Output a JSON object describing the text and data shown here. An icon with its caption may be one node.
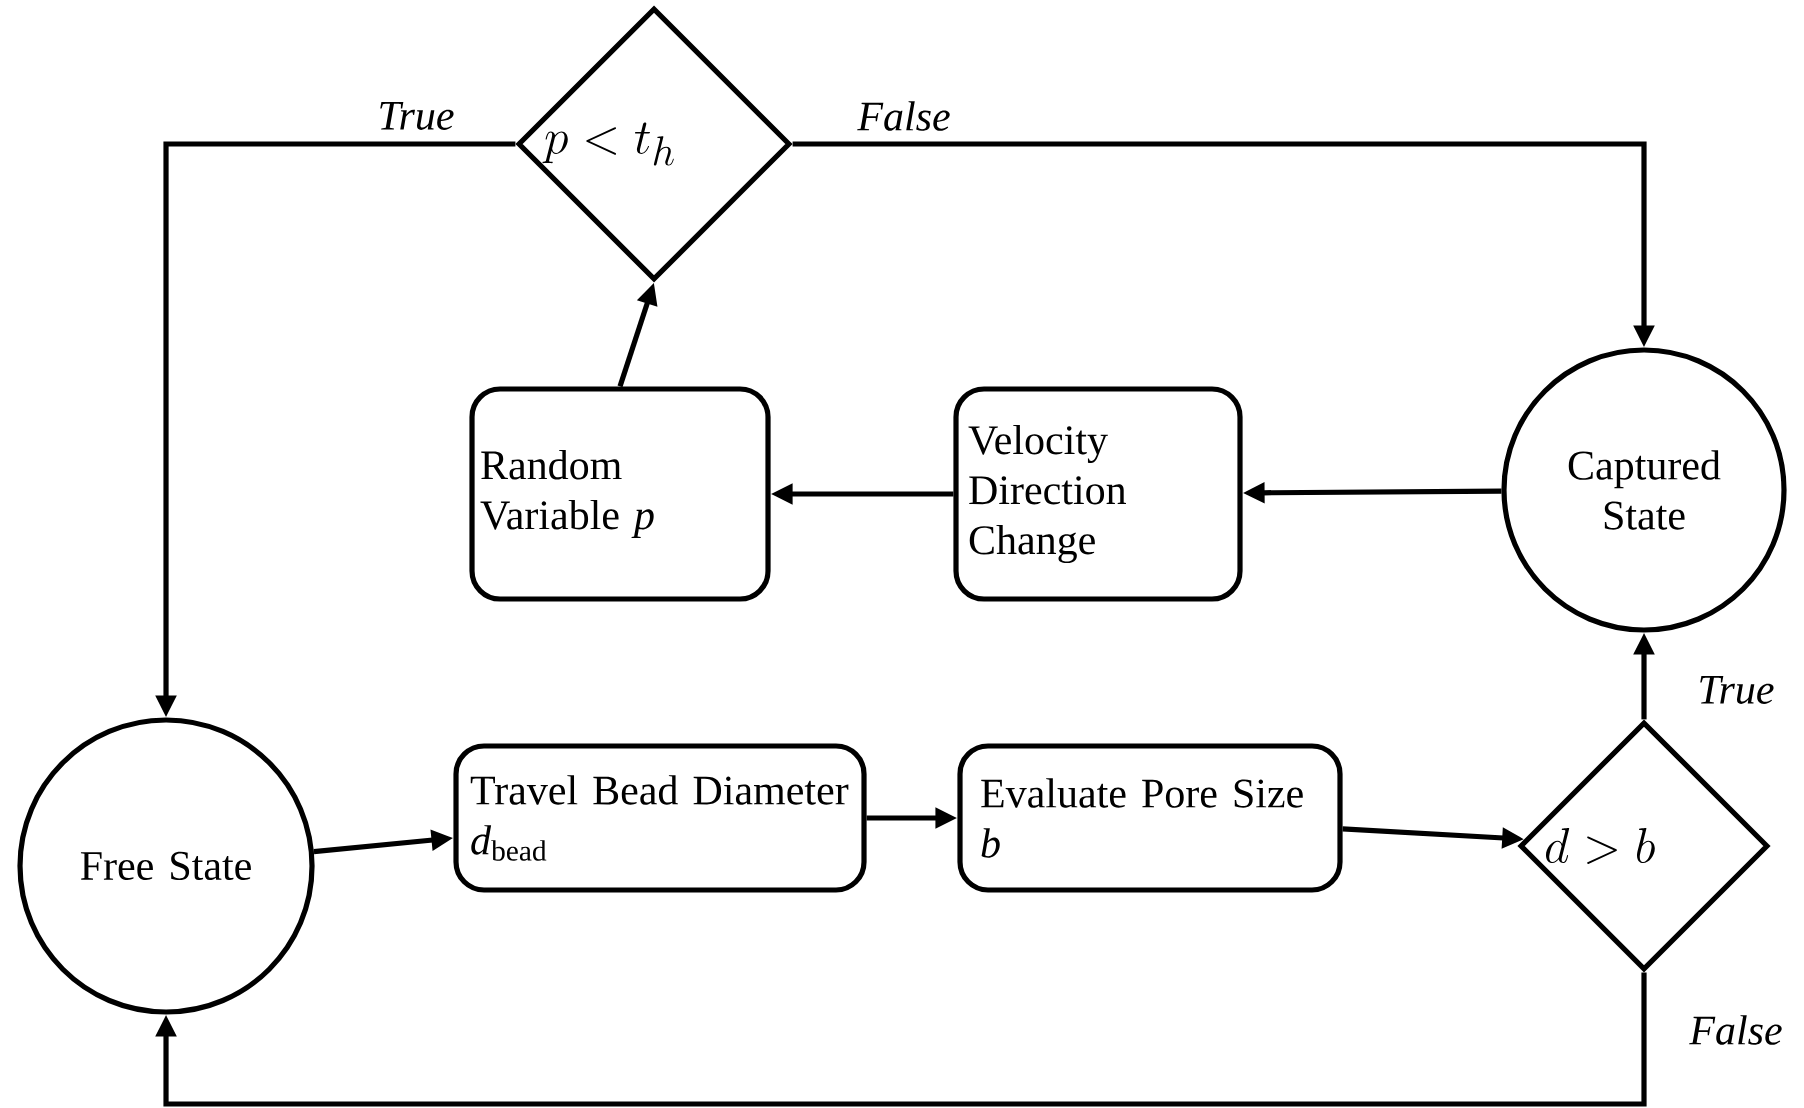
{
  "diagram": {
    "nodes": [
      {
        "text": [
          "Free State"
        ]
      },
      {
        "text": [
          "Travel Bead Diameter *d*$_{bead}$"
        ]
      },
      {
        "text": [
          "Evaluate Pore Size *b*"
        ]
      },
      {
        "text": [
          "d > b"
        ]
      },
      {
        "text": [
          "Captured State"
        ]
      },
      {
        "text": [
          "Velocity Direction Change"
        ]
      },
      {
        "text": [
          "Random Variable *p*"
        ]
      },
      {
        "text": [
          "p < t_h"
        ]
      }
    ],
    "edges": [
      {
        "from": 0,
        "to": 1,
        "arrow": "to"
      },
      {
        "from": 1,
        "to": 2,
        "arrow": "to"
      },
      {
        "from": 2,
        "to": 3,
        "arrow": "to"
      },
      {
        "from": 3,
        "to": 4,
        "arrow": "to",
        "label": "True"
      },
      {
        "from": 3,
        "to": 0,
        "arrow": "to",
        "label": "False"
      },
      {
        "from": 4,
        "to": 5,
        "arrow": "to"
      },
      {
        "from": 5,
        "to": 6,
        "arrow": "to"
      },
      {
        "from": 6,
        "to": 7,
        "arrow": "to"
      },
      {
        "from": 7,
        "to": 0,
        "arrow": "to",
        "label": "True"
      },
      {
        "from": 7,
        "to": 4,
        "arrow": "to",
        "label": "False"
      }
    ]
  }
}
